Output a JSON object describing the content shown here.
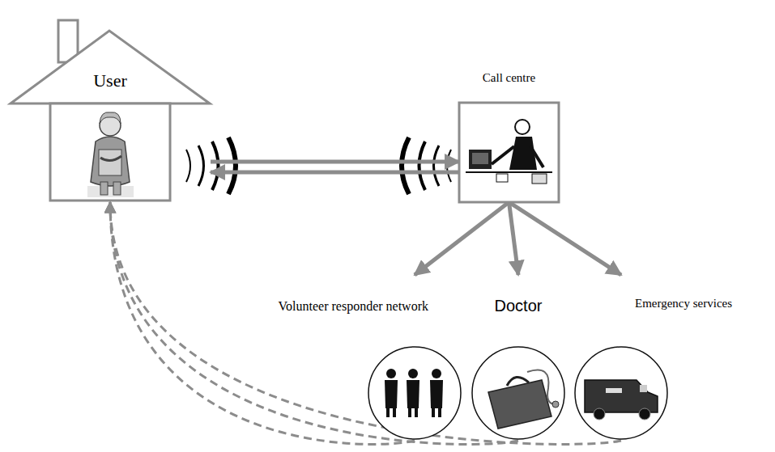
{
  "diagram": {
    "nodes": [
      {
        "text": [
          "User"
        ]
      },
      {
        "text": [
          "Call centre"
        ]
      },
      {
        "text": [
          "Volunteer responder network"
        ]
      },
      {
        "text": [
          "Doctor"
        ]
      },
      {
        "text": [
          "Emergency services"
        ]
      }
    ],
    "edges": [
      {
        "from": 0,
        "to": 1,
        "arrow": "to"
      },
      {
        "from": 1,
        "to": 0,
        "arrow": "to"
      },
      {
        "from": 1,
        "to": 2,
        "arrow": "to"
      },
      {
        "from": 1,
        "to": 3,
        "arrow": "to"
      },
      {
        "from": 1,
        "to": 4,
        "arrow": "to"
      },
      {
        "from": 2,
        "to": 0,
        "arrow": "to"
      },
      {
        "from": 3,
        "to": 0,
        "arrow": "to"
      },
      {
        "from": 4,
        "to": 0,
        "arrow": "to"
      }
    ]
  }
}
